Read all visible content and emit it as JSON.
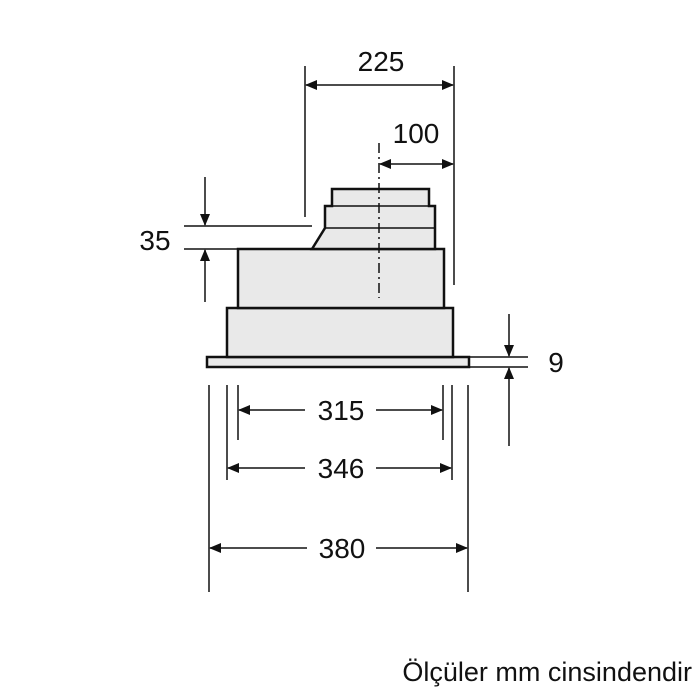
{
  "diagram": {
    "dimensions": {
      "top_width": "225",
      "duct_offset": "100",
      "collar_height": "35",
      "flange_thickness": "9",
      "inner_width": "315",
      "mid_width": "346",
      "outer_width": "380"
    },
    "caption": "Ölçüler mm cinsindendir",
    "colors": {
      "line": "#111111",
      "body_fill": "#e9e9e9",
      "background": "#ffffff"
    }
  }
}
